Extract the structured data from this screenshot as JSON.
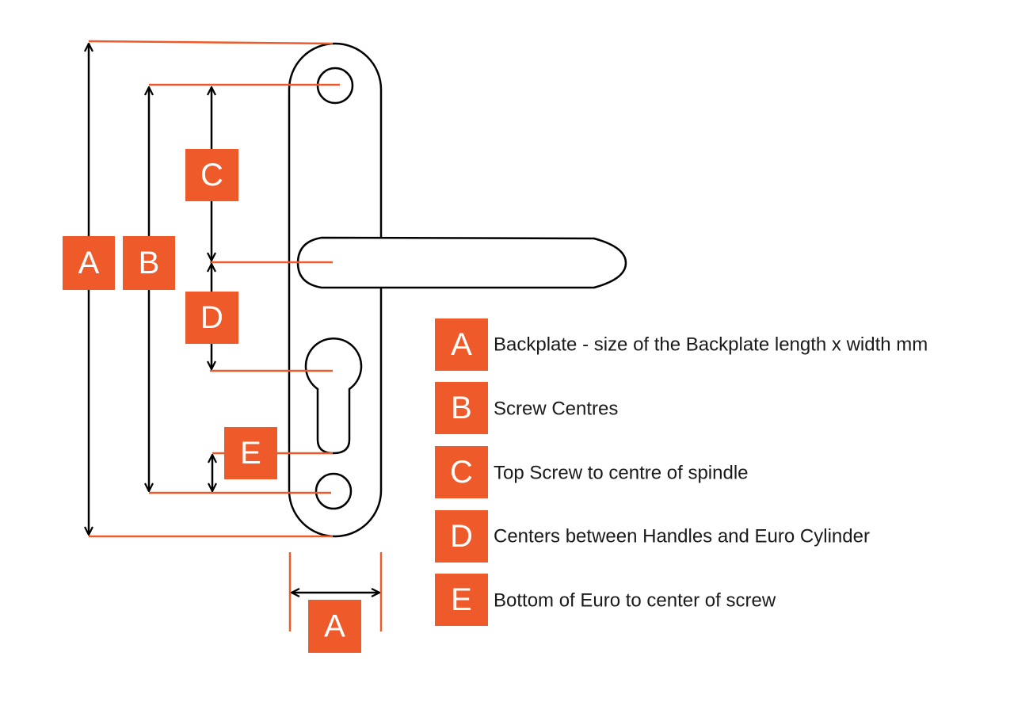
{
  "colors": {
    "accent": "#ef5a2a",
    "line": "#000000",
    "background": "#ffffff",
    "badge_text": "#ffffff"
  },
  "diagram": {
    "dimension_labels": {
      "a_height": "A",
      "b_screw": "B",
      "c_spindle": "C",
      "d_cylinder": "D",
      "e_euro": "E",
      "a_width": "A"
    }
  },
  "legend": [
    {
      "letter": "A",
      "text": "Backplate - size of the Backplate length x width mm"
    },
    {
      "letter": "B",
      "text": "Screw Centres"
    },
    {
      "letter": "C",
      "text": "Top Screw to centre of spindle"
    },
    {
      "letter": "D",
      "text": "Centers between Handles and Euro Cylinder"
    },
    {
      "letter": "E",
      "text": "Bottom of Euro to center of screw"
    }
  ]
}
